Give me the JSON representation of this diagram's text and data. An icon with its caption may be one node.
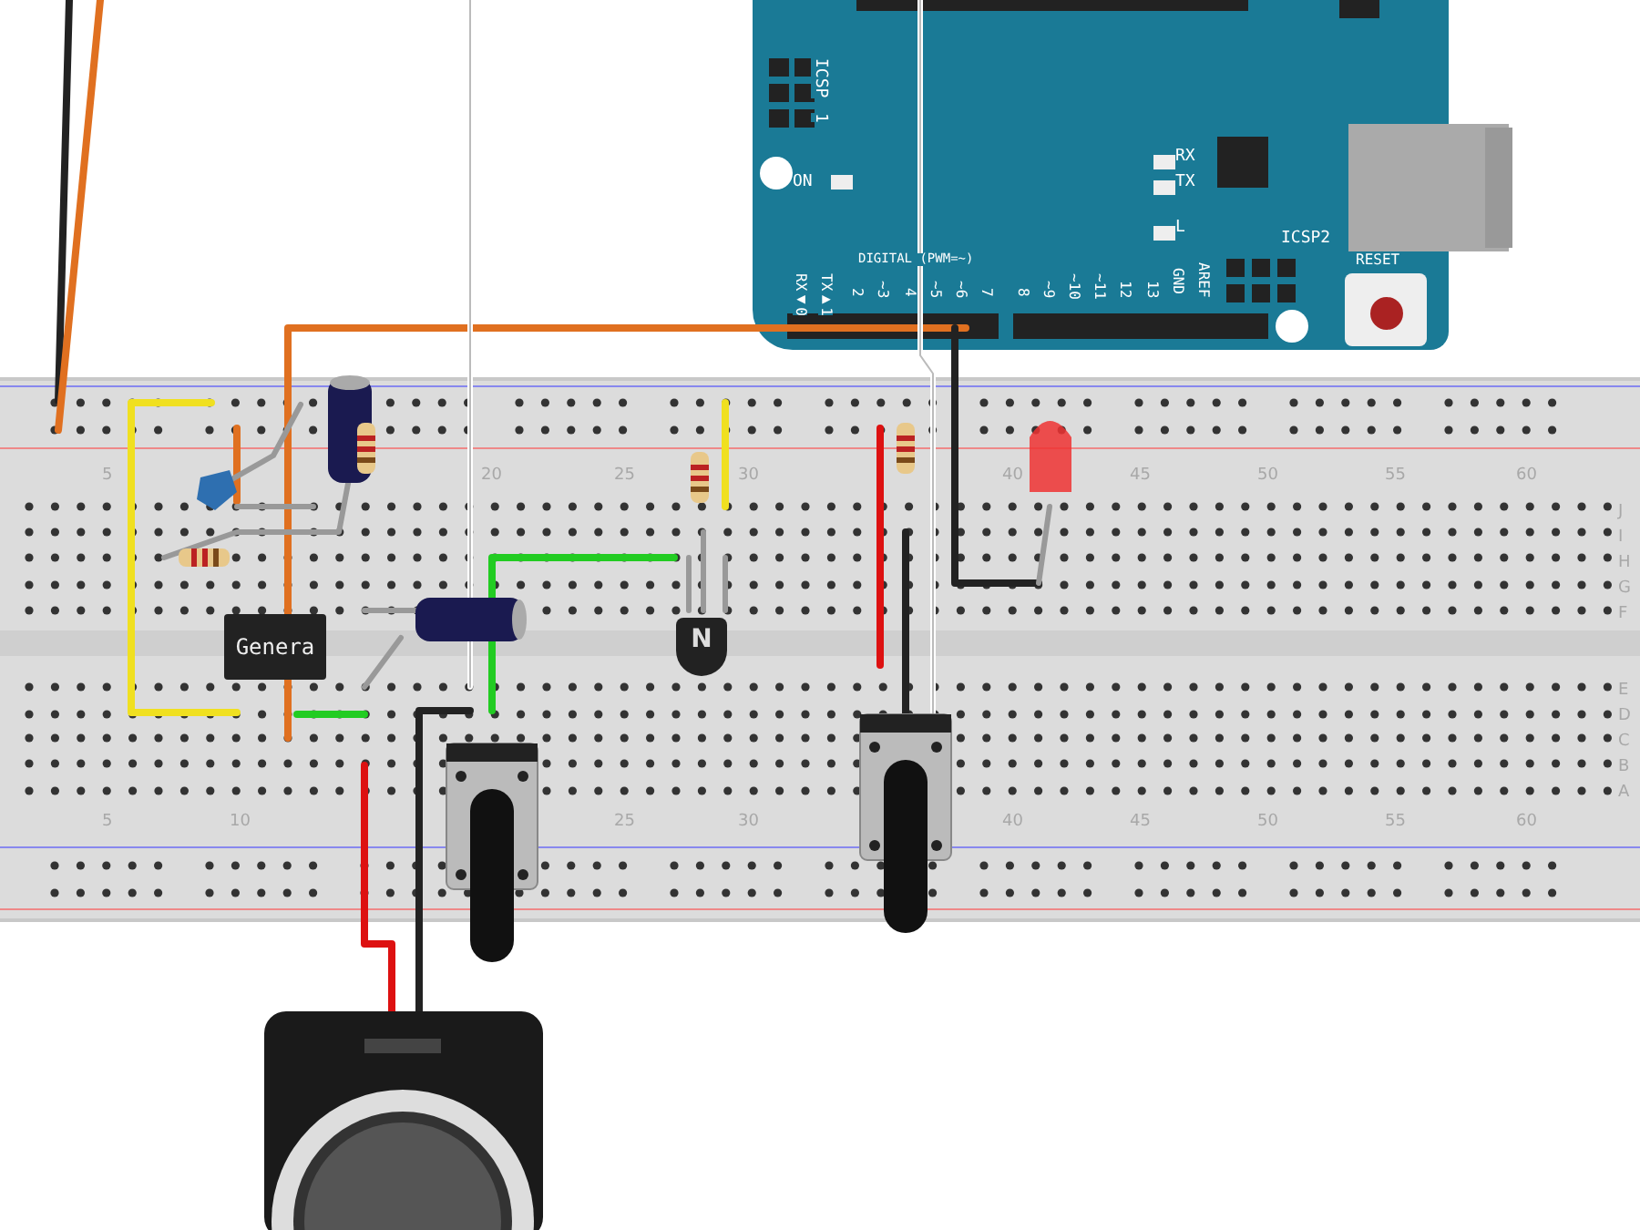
{
  "diagram": {
    "nodes": [
      {
        "text": [
          "ICSP",
          "1",
          "ON",
          "RX",
          "TX",
          "L",
          "DIGITAL (PWM=~)",
          "RX◀0",
          "TX▶1",
          "2",
          "~3",
          "4",
          "~5",
          "~6",
          "7",
          "8",
          "~9",
          "~10",
          "~11",
          "12",
          "13",
          "GND",
          "AREF",
          "ICSP2",
          "RESET"
        ]
      },
      {
        "text": [
          "5",
          "20",
          "25",
          "30",
          "40",
          "45",
          "50",
          "55",
          "60",
          "J",
          "I",
          "H",
          "G",
          "F",
          "E",
          "D",
          "C",
          "B",
          "A",
          "5",
          "10",
          "25",
          "30",
          "40",
          "45",
          "50",
          "55",
          "60"
        ]
      },
      {
        "text": [
          "Genera"
        ],
        "in": 1
      },
      {
        "text": [
          "N"
        ],
        "in": 1
      }
    ]
  }
}
